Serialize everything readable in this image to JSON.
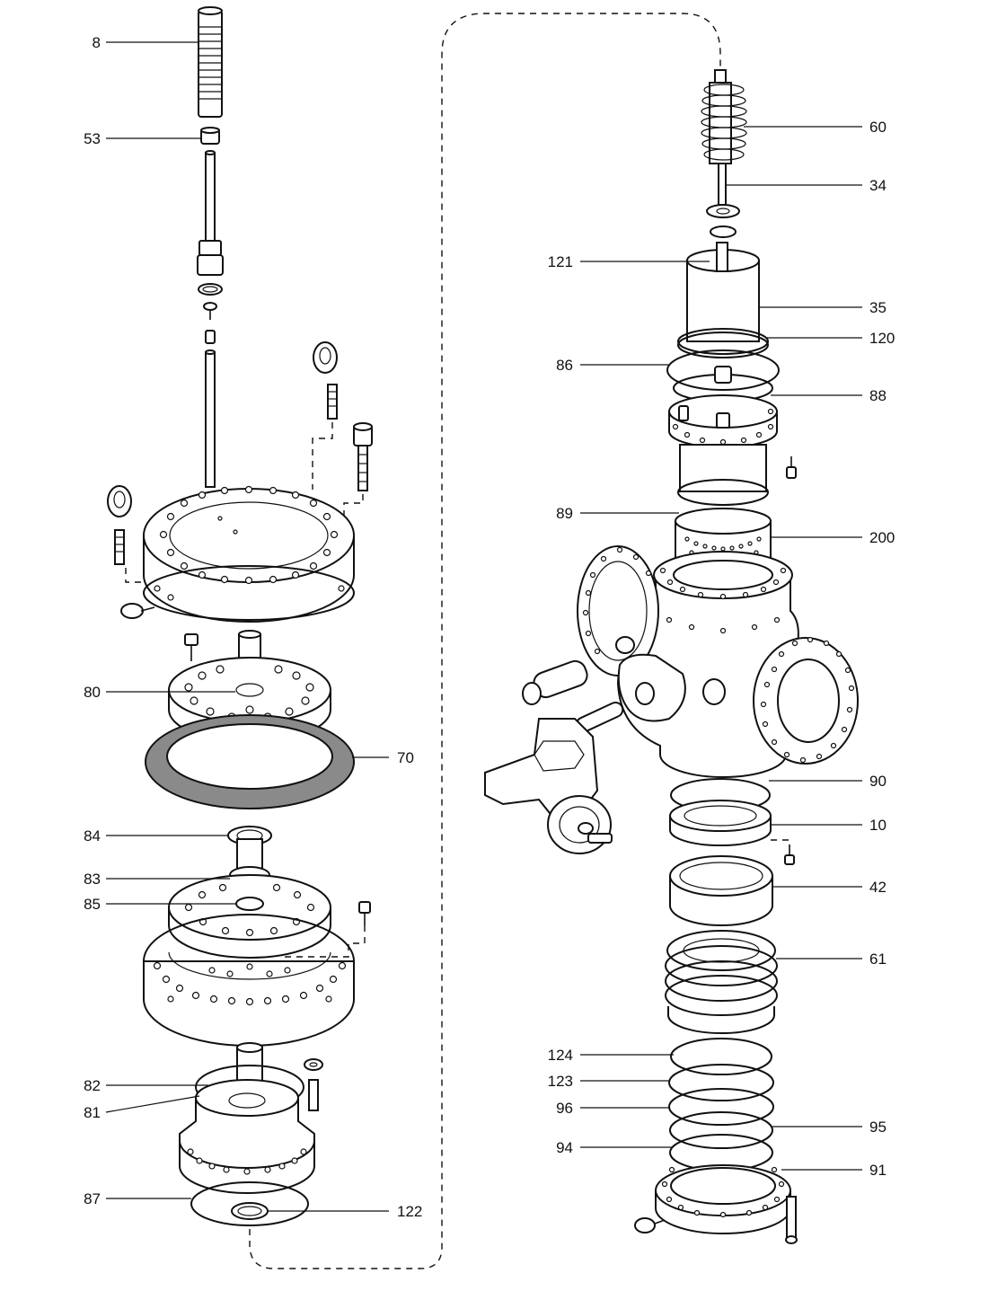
{
  "labels": {
    "l8": "8",
    "l53": "53",
    "l80": "80",
    "l70": "70",
    "l84": "84",
    "l83": "83",
    "l85": "85",
    "l82": "82",
    "l81": "81",
    "l87": "87",
    "l122": "122",
    "l60": "60",
    "l34": "34",
    "l121": "121",
    "l35": "35",
    "l120": "120",
    "l86": "86",
    "l88": "88",
    "l89": "89",
    "l200": "200",
    "l90": "90",
    "l10": "10",
    "l42": "42",
    "l61": "61",
    "l124": "124",
    "l123": "123",
    "l96": "96",
    "l95": "95",
    "l94": "94",
    "l91": "91"
  }
}
